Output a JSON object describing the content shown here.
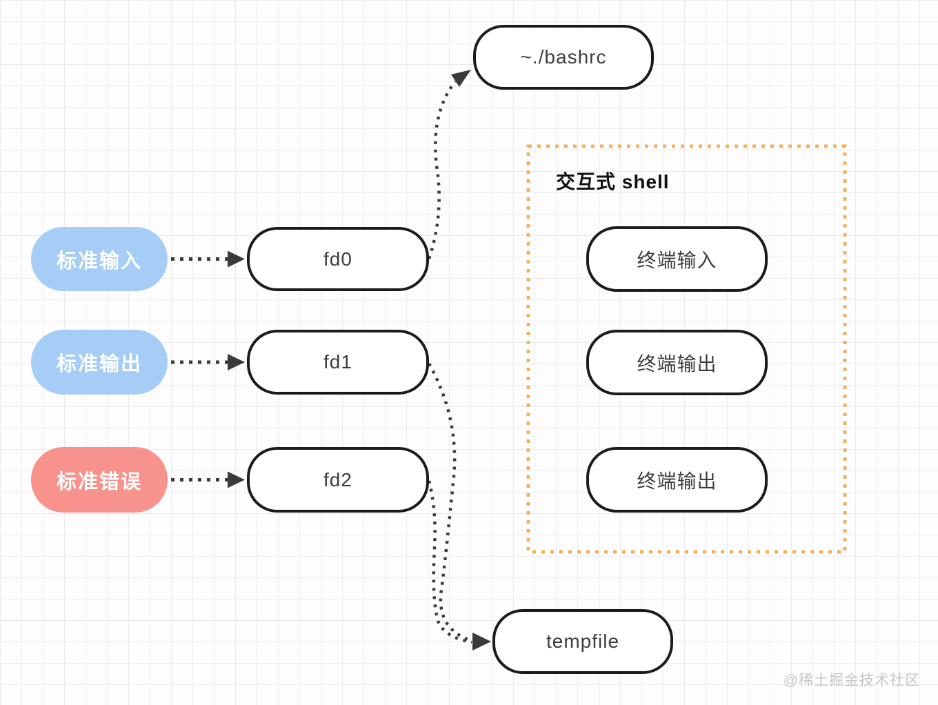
{
  "nodes": {
    "bashrc": "~./bashrc",
    "stdin": "标准输入",
    "stdout": "标准输出",
    "stderr": "标准错误",
    "fd0": "fd0",
    "fd1": "fd1",
    "fd2": "fd2",
    "tempfile": "tempfile"
  },
  "shell": {
    "title": "交互式 shell",
    "terminal_in": "终端输入",
    "terminal_out1": "终端输出",
    "terminal_out2": "终端输出"
  },
  "edges": [
    {
      "from": "标准输入",
      "to": "fd0"
    },
    {
      "from": "标准输出",
      "to": "fd1"
    },
    {
      "from": "标准错误",
      "to": "fd2"
    },
    {
      "from": "fd0",
      "to": "~./bashrc"
    },
    {
      "from": "fd1",
      "to": "tempfile"
    },
    {
      "from": "fd2",
      "to": "tempfile"
    }
  ],
  "colors": {
    "node_border": "#1b1b1b",
    "stdin_fill": "#a5cdf6",
    "stdout_fill": "#a5cdf6",
    "stderr_fill": "#f8928c",
    "shell_border": "#f0b35a",
    "arrow": "#3a3a3a"
  },
  "watermark": "@稀土掘金技术社区"
}
